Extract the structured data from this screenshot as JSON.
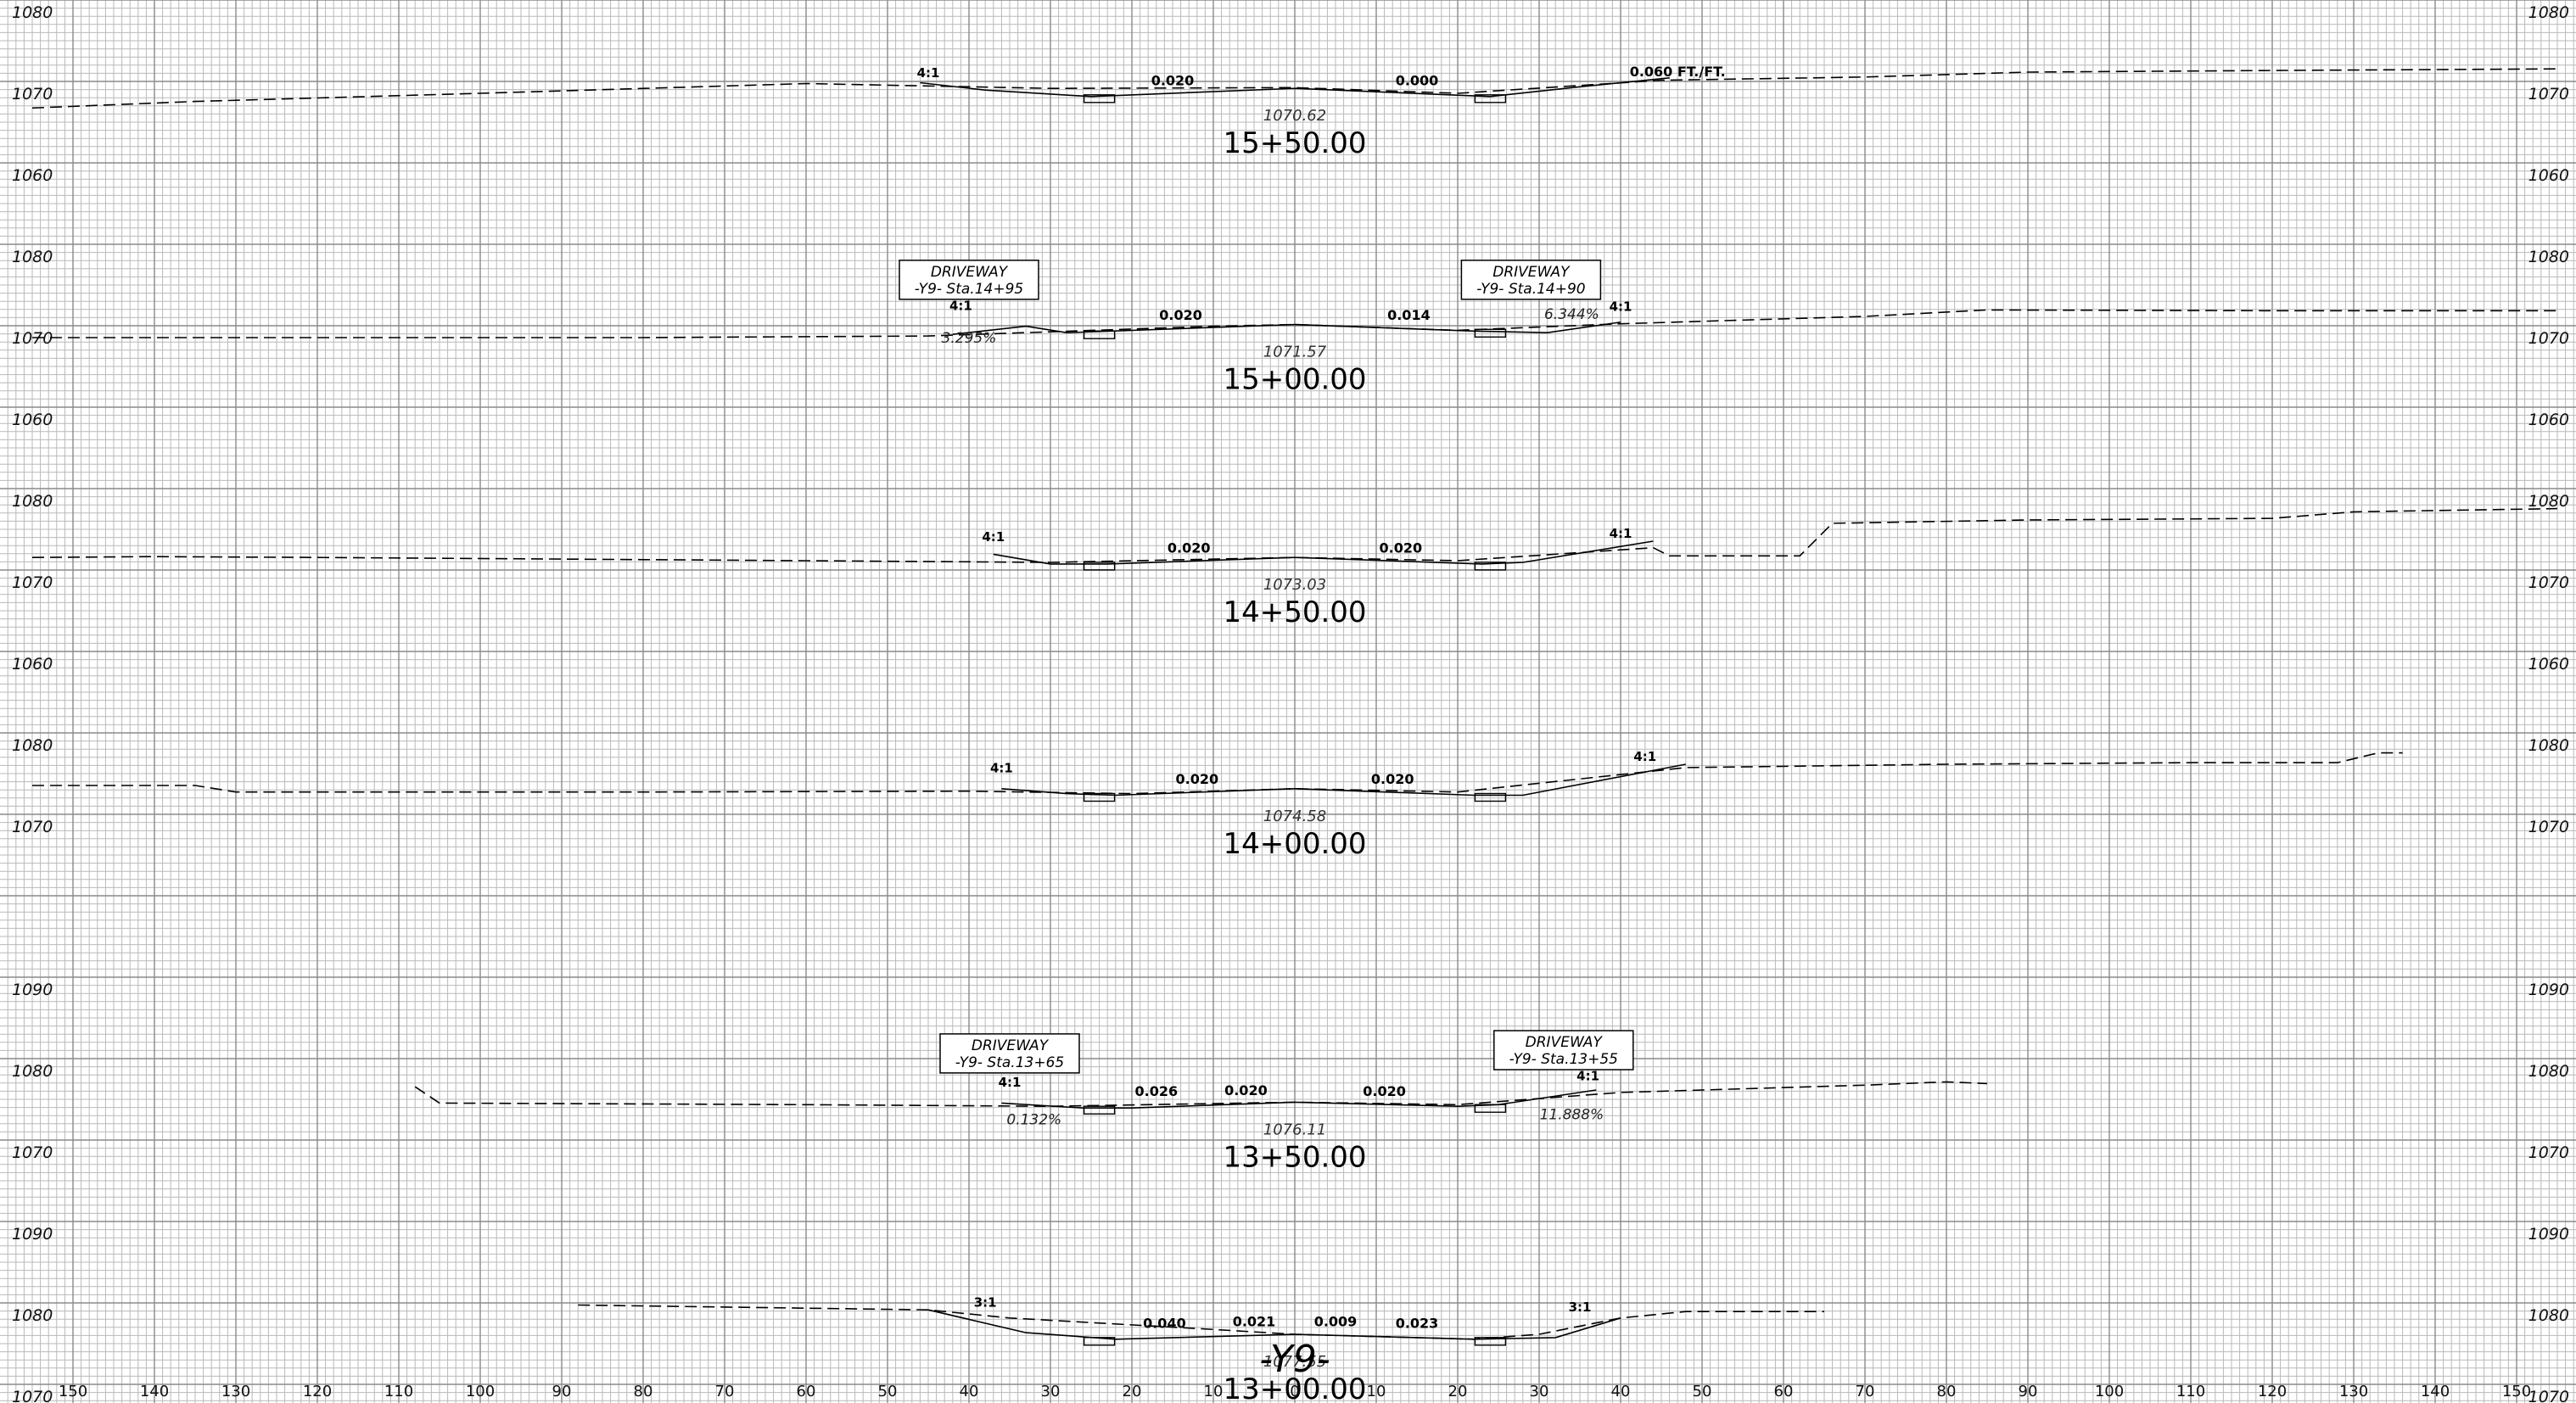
{
  "sheet": {
    "alignment": "-Y9-",
    "offset_axis_labels": [
      "150",
      "140",
      "130",
      "120",
      "110",
      "100",
      "90",
      "80",
      "70",
      "60",
      "50",
      "40",
      "30",
      "20",
      "10",
      "0",
      "10",
      "20",
      "30",
      "40",
      "50",
      "60",
      "70",
      "80",
      "90",
      "100",
      "110",
      "120",
      "130",
      "140",
      "150"
    ]
  },
  "sections": [
    {
      "station": "15+50.00",
      "grade_elevation": "1070.62",
      "elevation_labels": [
        "1080",
        "1070",
        "1060"
      ],
      "slopes": [
        {
          "text": "0.020",
          "offset": -15,
          "elev": 1071.0
        },
        {
          "text": "0.000",
          "offset": 15,
          "elev": 1071.0
        },
        {
          "text": "0.060 FT./FT.",
          "offset": 47,
          "elev": 1072.1
        }
      ],
      "ratios": [
        {
          "text": "4:1",
          "offset": -45,
          "elev": 1072.0
        }
      ],
      "ground": [
        [
          -155,
          1068.2
        ],
        [
          -135,
          1069.0
        ],
        [
          -100,
          1070.0
        ],
        [
          -60,
          1071.2
        ],
        [
          -30,
          1070.6
        ],
        [
          0,
          1070.7
        ],
        [
          20,
          1070.0
        ],
        [
          45,
          1071.6
        ],
        [
          70,
          1072.0
        ],
        [
          90,
          1072.6
        ],
        [
          120,
          1072.8
        ],
        [
          155,
          1073.0
        ]
      ],
      "design": [
        [
          -46,
          1071.3
        ],
        [
          -38,
          1070.4
        ],
        [
          -25,
          1069.6
        ],
        [
          0,
          1070.6
        ],
        [
          24,
          1069.6
        ],
        [
          35,
          1070.8
        ],
        [
          46,
          1071.9
        ]
      ],
      "notes": []
    },
    {
      "station": "15+00.00",
      "grade_elevation": "1071.57",
      "elevation_labels": [
        "1080",
        "1070",
        "1060"
      ],
      "slopes": [
        {
          "text": "0.020",
          "offset": -14,
          "elev": 1072.2
        },
        {
          "text": "0.014",
          "offset": 14,
          "elev": 1072.2
        }
      ],
      "ratios": [
        {
          "text": "4:1",
          "offset": -41,
          "elev": 1073.4
        },
        {
          "text": "4:1",
          "offset": 40,
          "elev": 1073.3
        }
      ],
      "percents": [
        {
          "text": "3.295%",
          "offset": -40,
          "elev": 1069.4
        },
        {
          "text": "6.344%",
          "offset": 34,
          "elev": 1072.3
        }
      ],
      "ground": [
        [
          -155,
          1070.0
        ],
        [
          -80,
          1070.0
        ],
        [
          -45,
          1070.2
        ],
        [
          -10,
          1071.4
        ],
        [
          0,
          1071.6
        ],
        [
          20,
          1070.9
        ],
        [
          40,
          1071.7
        ],
        [
          70,
          1072.6
        ],
        [
          85,
          1073.4
        ],
        [
          120,
          1073.3
        ],
        [
          155,
          1073.3
        ]
      ],
      "design": [
        [
          -42,
          1070.4
        ],
        [
          -33,
          1071.4
        ],
        [
          -28,
          1070.6
        ],
        [
          0,
          1071.6
        ],
        [
          22,
          1070.8
        ],
        [
          31,
          1070.6
        ],
        [
          40,
          1071.9
        ]
      ],
      "notes": [
        {
          "lines": [
            "DRIVEWAY",
            "-Y9-  Sta.14+95"
          ],
          "offset": -40,
          "elev": 1077.2
        },
        {
          "lines": [
            "DRIVEWAY",
            "-Y9-  Sta.14+90"
          ],
          "offset": 29,
          "elev": 1077.2
        }
      ]
    },
    {
      "station": "14+50.00",
      "grade_elevation": "1073.03",
      "elevation_labels": [
        "1080",
        "1070",
        "1060"
      ],
      "slopes": [
        {
          "text": "0.020",
          "offset": -13,
          "elev": 1073.6
        },
        {
          "text": "0.020",
          "offset": 13,
          "elev": 1073.6
        }
      ],
      "ratios": [
        {
          "text": "4:1",
          "offset": -37,
          "elev": 1075.0
        },
        {
          "text": "4:1",
          "offset": 40,
          "elev": 1075.4
        }
      ],
      "ground": [
        [
          -155,
          1073.0
        ],
        [
          -140,
          1073.1
        ],
        [
          -120,
          1073.0
        ],
        [
          -60,
          1072.6
        ],
        [
          -30,
          1072.4
        ],
        [
          0,
          1073.0
        ],
        [
          20,
          1072.6
        ],
        [
          44,
          1074.2
        ],
        [
          46,
          1073.2
        ],
        [
          62,
          1073.2
        ],
        [
          66,
          1077.2
        ],
        [
          90,
          1077.6
        ],
        [
          120,
          1077.8
        ],
        [
          130,
          1078.6
        ],
        [
          155,
          1079.0
        ]
      ],
      "design": [
        [
          -37,
          1073.4
        ],
        [
          -30,
          1072.2
        ],
        [
          -23,
          1072.2
        ],
        [
          0,
          1073.0
        ],
        [
          23,
          1072.2
        ],
        [
          28,
          1072.4
        ],
        [
          44,
          1075.0
        ]
      ],
      "notes": []
    },
    {
      "station": "14+00.00",
      "grade_elevation": "1074.58",
      "elevation_labels": [
        "1080",
        "1070"
      ],
      "slopes": [
        {
          "text": "0.020",
          "offset": -12,
          "elev": 1075.2
        },
        {
          "text": "0.020",
          "offset": 12,
          "elev": 1075.2
        }
      ],
      "ratios": [
        {
          "text": "4:1",
          "offset": -36,
          "elev": 1076.6
        },
        {
          "text": "4:1",
          "offset": 43,
          "elev": 1078.0
        }
      ],
      "ground": [
        [
          -155,
          1075.0
        ],
        [
          -135,
          1075.0
        ],
        [
          -130,
          1074.2
        ],
        [
          -80,
          1074.2
        ],
        [
          -40,
          1074.3
        ],
        [
          -20,
          1074.0
        ],
        [
          0,
          1074.6
        ],
        [
          20,
          1074.2
        ],
        [
          48,
          1077.2
        ],
        [
          80,
          1077.6
        ],
        [
          110,
          1077.8
        ],
        [
          128,
          1077.8
        ],
        [
          133,
          1079.0
        ],
        [
          136,
          1079.0
        ]
      ],
      "design": [
        [
          -36,
          1074.6
        ],
        [
          -28,
          1074.0
        ],
        [
          -22,
          1073.8
        ],
        [
          0,
          1074.6
        ],
        [
          22,
          1073.8
        ],
        [
          28,
          1073.8
        ],
        [
          48,
          1077.6
        ]
      ],
      "notes": []
    },
    {
      "station": "13+50.00",
      "grade_elevation": "1076.11",
      "elevation_labels": [
        "1090",
        "1080",
        "1070"
      ],
      "slopes": [
        {
          "text": "0.026",
          "offset": -17,
          "elev": 1076.9
        },
        {
          "text": "0.020",
          "offset": -6,
          "elev": 1077.0
        },
        {
          "text": "0.020",
          "offset": 11,
          "elev": 1076.9
        }
      ],
      "ratios": [
        {
          "text": "4:1",
          "offset": -35,
          "elev": 1078.0
        },
        {
          "text": "4:1",
          "offset": 36,
          "elev": 1078.8
        }
      ],
      "percents": [
        {
          "text": "0.132%",
          "offset": -32,
          "elev": 1073.4
        },
        {
          "text": "11.888%",
          "offset": 34,
          "elev": 1074.0
        }
      ],
      "ground": [
        [
          -108,
          1078.0
        ],
        [
          -105,
          1076.0
        ],
        [
          -60,
          1075.8
        ],
        [
          -30,
          1075.6
        ],
        [
          0,
          1076.1
        ],
        [
          20,
          1075.8
        ],
        [
          40,
          1077.3
        ],
        [
          70,
          1078.2
        ],
        [
          80,
          1078.6
        ],
        [
          85,
          1078.4
        ]
      ],
      "design": [
        [
          -36,
          1076.0
        ],
        [
          -26,
          1075.4
        ],
        [
          -20,
          1075.4
        ],
        [
          0,
          1076.1
        ],
        [
          20,
          1075.6
        ],
        [
          25,
          1075.8
        ],
        [
          37,
          1077.6
        ]
      ],
      "notes": [
        {
          "lines": [
            "DRIVEWAY",
            "-Y9-  Sta.13+65"
          ],
          "offset": -35,
          "elev": 1082.2
        },
        {
          "lines": [
            "DRIVEWAY",
            "-Y9-  Sta.13+55"
          ],
          "offset": 33,
          "elev": 1082.6
        }
      ]
    },
    {
      "station": "13+00.00",
      "grade_elevation": "1077.55",
      "elevation_labels": [
        "1090",
        "1080",
        "1070"
      ],
      "slopes": [
        {
          "text": "0.040",
          "offset": -16,
          "elev": 1078.4
        },
        {
          "text": "0.021",
          "offset": -5,
          "elev": 1078.6
        },
        {
          "text": "0.009",
          "offset": 5,
          "elev": 1078.6
        },
        {
          "text": "0.023",
          "offset": 15,
          "elev": 1078.4
        }
      ],
      "ratios": [
        {
          "text": "3:1",
          "offset": -38,
          "elev": 1081.0
        },
        {
          "text": "3:1",
          "offset": 35,
          "elev": 1080.4
        }
      ],
      "ground": [
        [
          -88,
          1081.2
        ],
        [
          -45,
          1080.6
        ],
        [
          -35,
          1079.6
        ],
        [
          -10,
          1078.2
        ],
        [
          0,
          1077.6
        ],
        [
          22,
          1077.0
        ],
        [
          30,
          1077.6
        ],
        [
          40,
          1079.6
        ],
        [
          48,
          1080.4
        ],
        [
          65,
          1080.4
        ]
      ],
      "design": [
        [
          -45,
          1080.6
        ],
        [
          -33,
          1077.8
        ],
        [
          -22,
          1077.0
        ],
        [
          0,
          1077.6
        ],
        [
          22,
          1077.0
        ],
        [
          32,
          1077.2
        ],
        [
          40,
          1079.6
        ]
      ],
      "notes": []
    }
  ]
}
